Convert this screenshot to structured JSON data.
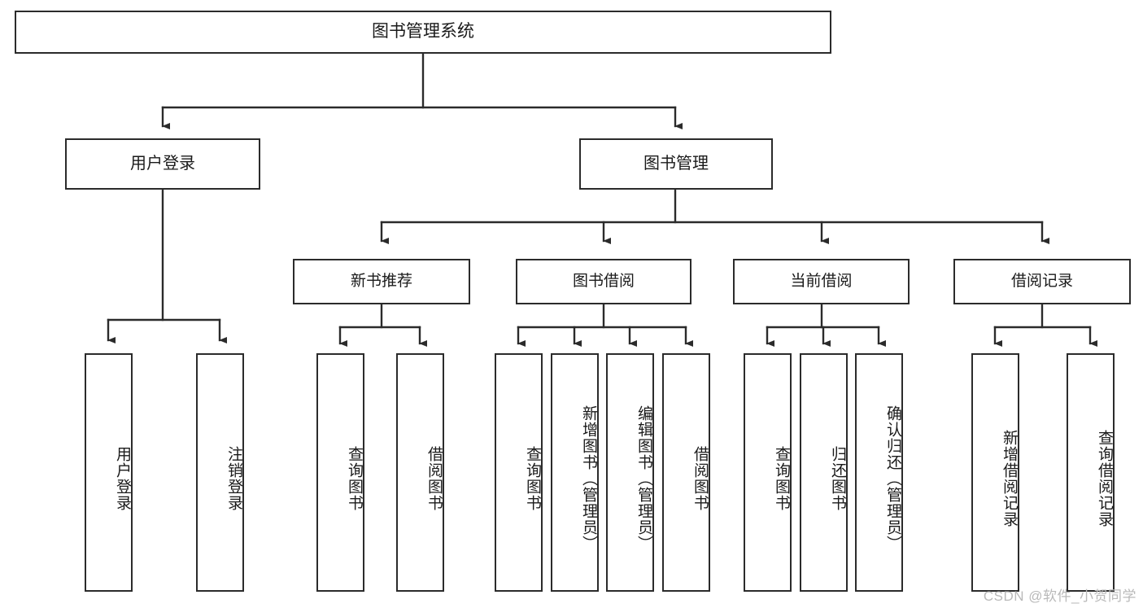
{
  "diagram": {
    "title": "图书管理系统",
    "type": "tree",
    "watermark": "CSDN @软件_小贺同学",
    "colors": {
      "box_border": "#2b2b2b",
      "box_fill": "#ffffff",
      "connector": "#2b2b2b",
      "text": "#1a1a1a",
      "watermark": "#b9b9b9"
    },
    "root": {
      "label": "图书管理系统"
    },
    "level1": [
      {
        "label": "用户登录"
      },
      {
        "label": "图书管理"
      }
    ],
    "level2": [
      {
        "label": "新书推荐"
      },
      {
        "label": "图书借阅"
      },
      {
        "label": "当前借阅"
      },
      {
        "label": "借阅记录"
      }
    ],
    "leaves": {
      "user_login": [
        {
          "label": "用户登录"
        },
        {
          "label": "注销登录"
        }
      ],
      "new_book_recommend": [
        {
          "label": "查询图书"
        },
        {
          "label": "借阅图书"
        }
      ],
      "book_borrow": [
        {
          "label": "查询图书"
        },
        {
          "label": "新增图书（管理员）"
        },
        {
          "label": "编辑图书（管理员）"
        },
        {
          "label": "借阅图书"
        }
      ],
      "current_borrow": [
        {
          "label": "查询图书"
        },
        {
          "label": "归还图书"
        },
        {
          "label": "确认归还（管理员）"
        }
      ],
      "borrow_record": [
        {
          "label": "新增借阅记录"
        },
        {
          "label": "查询借阅记录"
        }
      ]
    }
  }
}
